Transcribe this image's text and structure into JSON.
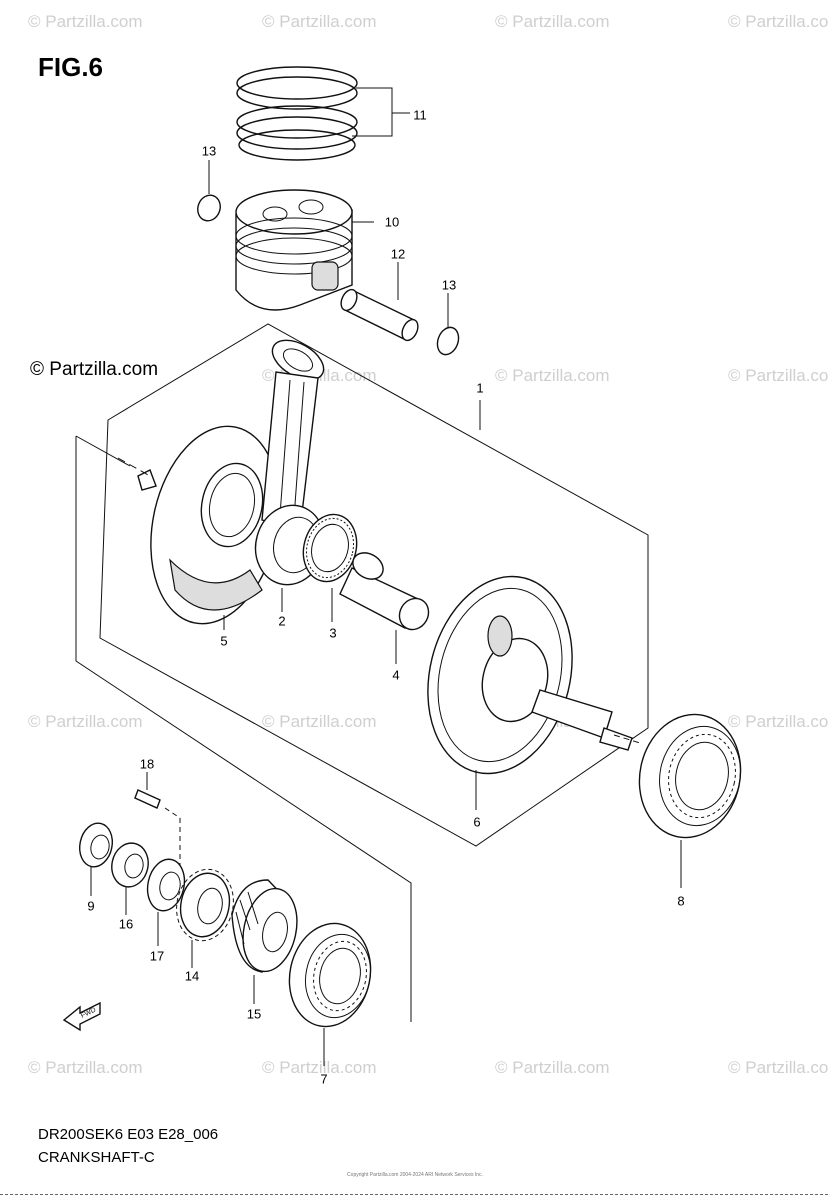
{
  "figure_label": "FIG.6",
  "copyright_label": "© Partzilla.com",
  "watermark_text": "© Partzilla.com",
  "footer": {
    "model_code": "DR200SEK6 E03 E28_006",
    "section_name": "CRANKSHAFT-C",
    "fine_print": "Copyright Partzilla.com 2004-2024 ARI Network Services Inc."
  },
  "callouts": {
    "c1": "1",
    "c2": "2",
    "c3": "3",
    "c4": "4",
    "c5": "5",
    "c6": "6",
    "c7": "7",
    "c8": "8",
    "c9": "9",
    "c10": "10",
    "c11": "11",
    "c12": "12",
    "c13a": "13",
    "c13b": "13",
    "c14": "14",
    "c15": "15",
    "c16": "16",
    "c17": "17",
    "c18": "18"
  },
  "fwd_arrow_label": "FWD",
  "colors": {
    "line": "#111111",
    "watermark": "#cfcfcf",
    "background": "#ffffff"
  }
}
